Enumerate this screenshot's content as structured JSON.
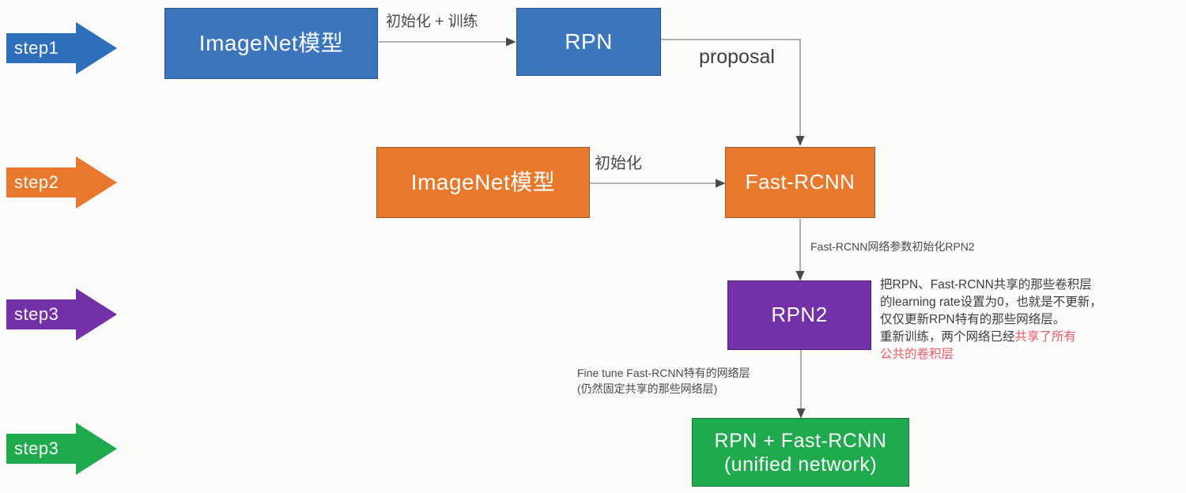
{
  "diagram": {
    "title": "Faster R-CNN 4-step alternating training",
    "background_color": "#fbfbf9"
  },
  "steps": [
    {
      "label": "step1",
      "color": "#2e6fbb",
      "name": "step1"
    },
    {
      "label": "step2",
      "color": "#e8792c",
      "name": "step2"
    },
    {
      "label": "step3",
      "color": "#7430a6",
      "name": "step3-purple"
    },
    {
      "label": "step3",
      "color": "#1faa4e",
      "name": "step3-green"
    }
  ],
  "nodes": {
    "imagenet_1": {
      "label": "ImageNet模型",
      "color": "#3b76bd"
    },
    "rpn": {
      "label": "RPN",
      "color": "#3b76bd"
    },
    "imagenet_2": {
      "label": "ImageNet模型",
      "color": "#e8792c"
    },
    "fast_rcnn": {
      "label": "Fast-RCNN",
      "color": "#e8792c"
    },
    "rpn2": {
      "label": "RPN2",
      "color": "#7430a6"
    },
    "unified": {
      "line1": "RPN + Fast-RCNN",
      "line2": "(unified network)",
      "color": "#1faa4e"
    }
  },
  "edge_labels": {
    "init_train": "初始化 + 训练",
    "proposal": "proposal",
    "init": "初始化",
    "frcnn_init_rpn2": "Fast-RCNN网络参数初始化RPN2",
    "finetune_line1": "Fine tune Fast-RCNN特有的网络层",
    "finetune_line2": "(仍然固定共享的那些网络层)"
  },
  "annotation": {
    "line1": "把RPN、Fast-RCNN共享的那些卷积层",
    "line2": "的learning rate设置为0，也就是不更新，",
    "line3": "仅仅更新RPN特有的那些网络层。",
    "line4_black": "重新训练，两个网络已经",
    "line4_red": "共享了所有",
    "line5_red": "公共的卷积层",
    "red_color": "#ea5a6a"
  }
}
